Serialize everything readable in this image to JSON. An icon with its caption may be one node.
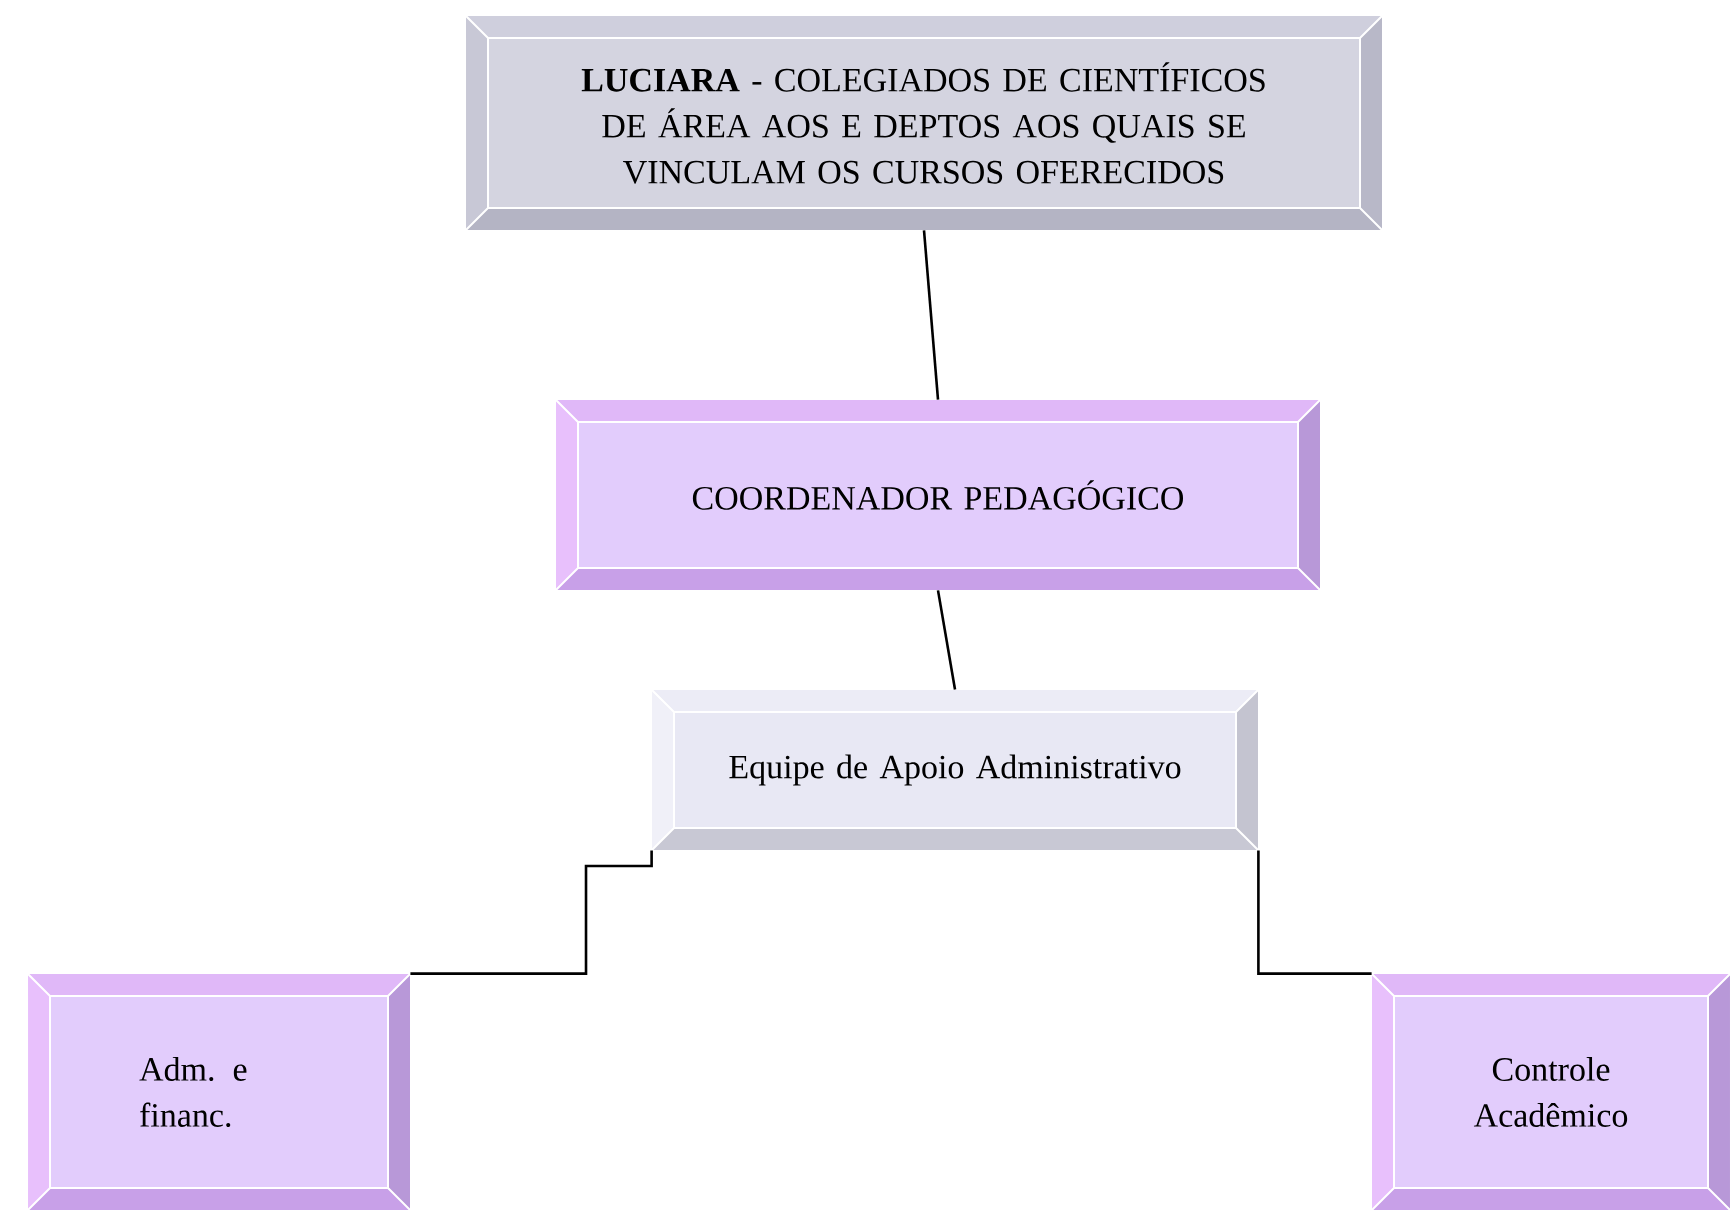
{
  "diagram": {
    "nodes": [
      {
        "text": [
          "**LUCIARA** - COLEGIADOS DE CIENTÍFICOS DE ÁREA AOS E DEPTOS AOS QUAIS SE VINCULAM OS CURSOS OFERECIDOS"
        ]
      },
      {
        "text": [
          "COORDENADOR PEDAGÓGICO"
        ]
      },
      {
        "text": [
          "Equipe de Apoio Administrativo"
        ]
      },
      {
        "text": [
          "Adm. e financ."
        ]
      },
      {
        "text": [
          "Controle Acadêmico"
        ]
      }
    ],
    "edges": [
      {
        "from": 0,
        "to": 1,
        "arrow": "none"
      },
      {
        "from": 1,
        "to": 2,
        "arrow": "none"
      },
      {
        "from": 2,
        "to": 3,
        "arrow": "none"
      },
      {
        "from": 2,
        "to": 4,
        "arrow": "none"
      }
    ]
  }
}
